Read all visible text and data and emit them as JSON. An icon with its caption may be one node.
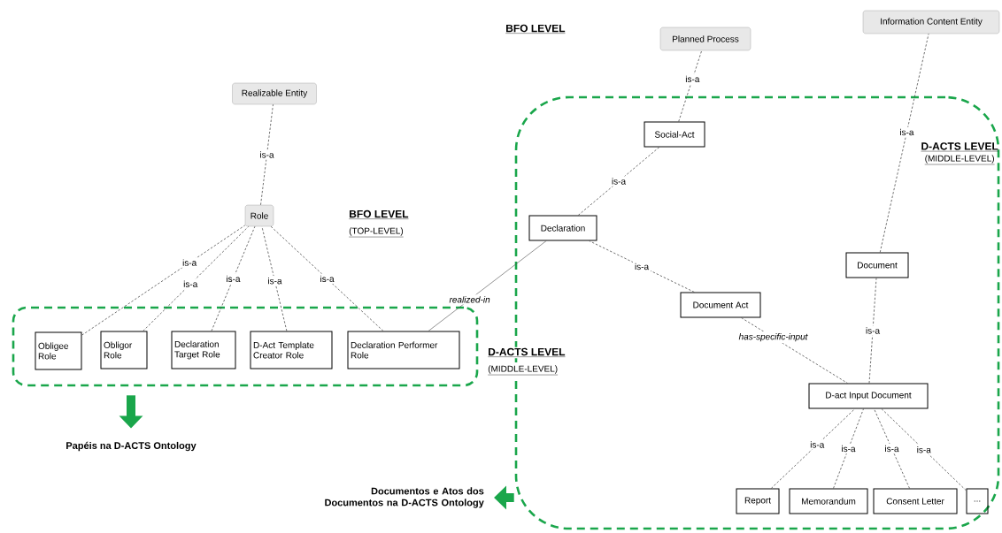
{
  "diagram": {
    "nodes": [
      {
        "text": [
          "Realizable Entity"
        ]
      },
      {
        "text": [
          "Role"
        ]
      },
      {
        "text": [],
        "shape": "box"
      },
      {
        "text": [
          "Obligee Role"
        ],
        "in": 2
      },
      {
        "text": [
          "Obligor Role"
        ],
        "in": 2
      },
      {
        "text": [
          "Declaration Target Role"
        ],
        "in": 2
      },
      {
        "text": [
          "D-Act Template Creator Role"
        ],
        "in": 2
      },
      {
        "text": [
          "Declaration Performer Role"
        ],
        "in": 2
      },
      {
        "text": [
          "Papéis na D-ACTS Ontology"
        ]
      },
      {
        "text": [
          "Planned Process"
        ]
      },
      {
        "text": [
          "Information Content Entity"
        ]
      },
      {
        "text": [
          "D-ACTS LEVEL",
          "(MIDDLE-LEVEL)"
        ]
      },
      {
        "text": [
          "Social-Act"
        ],
        "in": 11
      },
      {
        "text": [
          "Declaration"
        ],
        "in": 11
      },
      {
        "text": [
          "Document Act"
        ],
        "in": 11
      },
      {
        "text": [
          "Document"
        ],
        "in": 11
      },
      {
        "text": [
          "D-act Input Document"
        ],
        "in": 11
      },
      {
        "text": [
          "Report"
        ],
        "in": 11
      },
      {
        "text": [
          "Memorandum"
        ],
        "in": 11
      },
      {
        "text": [
          "Consent Letter"
        ],
        "in": 11
      },
      {
        "text": [
          "..."
        ],
        "in": 11
      },
      {
        "text": [
          "Documentos e Atos dos Documentos na D-ACTS Ontology"
        ]
      }
    ],
    "edges": [
      {
        "from": 1,
        "to": 0,
        "arrow": "none",
        "label": "is-a",
        "style": "dashed"
      },
      {
        "from": 3,
        "to": 1,
        "arrow": "none",
        "label": "is-a",
        "style": "dashed"
      },
      {
        "from": 4,
        "to": 1,
        "arrow": "none",
        "label": "is-a",
        "style": "dashed"
      },
      {
        "from": 5,
        "to": 1,
        "arrow": "none",
        "label": "is-a",
        "style": "dashed"
      },
      {
        "from": 6,
        "to": 1,
        "arrow": "none",
        "label": "is-a",
        "style": "dashed"
      },
      {
        "from": 7,
        "to": 1,
        "arrow": "none",
        "label": "is-a",
        "style": "dashed"
      },
      {
        "from": 7,
        "to": 13,
        "arrow": "none",
        "label": "realized-in"
      },
      {
        "from": 12,
        "to": 9,
        "arrow": "none",
        "label": "is-a",
        "style": "dashed"
      },
      {
        "from": 13,
        "to": 12,
        "arrow": "none",
        "label": "is-a",
        "style": "dashed"
      },
      {
        "from": 14,
        "to": 13,
        "arrow": "none",
        "label": "is-a",
        "style": "dashed"
      },
      {
        "from": 15,
        "to": 10,
        "arrow": "none",
        "label": "is-a",
        "style": "dashed"
      },
      {
        "from": 16,
        "to": 15,
        "arrow": "none",
        "label": "is-a",
        "style": "dashed"
      },
      {
        "from": 14,
        "to": 16,
        "arrow": "none",
        "label": "has-specific-input",
        "style": "dashed"
      },
      {
        "from": 17,
        "to": 16,
        "arrow": "none",
        "label": "is-a",
        "style": "dashed"
      },
      {
        "from": 18,
        "to": 16,
        "arrow": "none",
        "label": "is-a",
        "style": "dashed"
      },
      {
        "from": 19,
        "to": 16,
        "arrow": "none",
        "label": "is-a",
        "style": "dashed"
      },
      {
        "from": 20,
        "to": 16,
        "arrow": "none",
        "label": "is-a",
        "style": "dashed"
      },
      {
        "from": 2,
        "to": 8,
        "arrow": "to",
        "style": "thick",
        "color": "#1aa64b"
      },
      {
        "from": 11,
        "to": 21,
        "arrow": "to",
        "style": "thick",
        "color": "#1aa64b"
      }
    ],
    "labels": [
      "BFO LEVEL",
      "BFO LEVEL",
      "(TOP-LEVEL)",
      "D-ACTS LEVEL",
      "(MIDDLE-LEVEL)"
    ]
  }
}
